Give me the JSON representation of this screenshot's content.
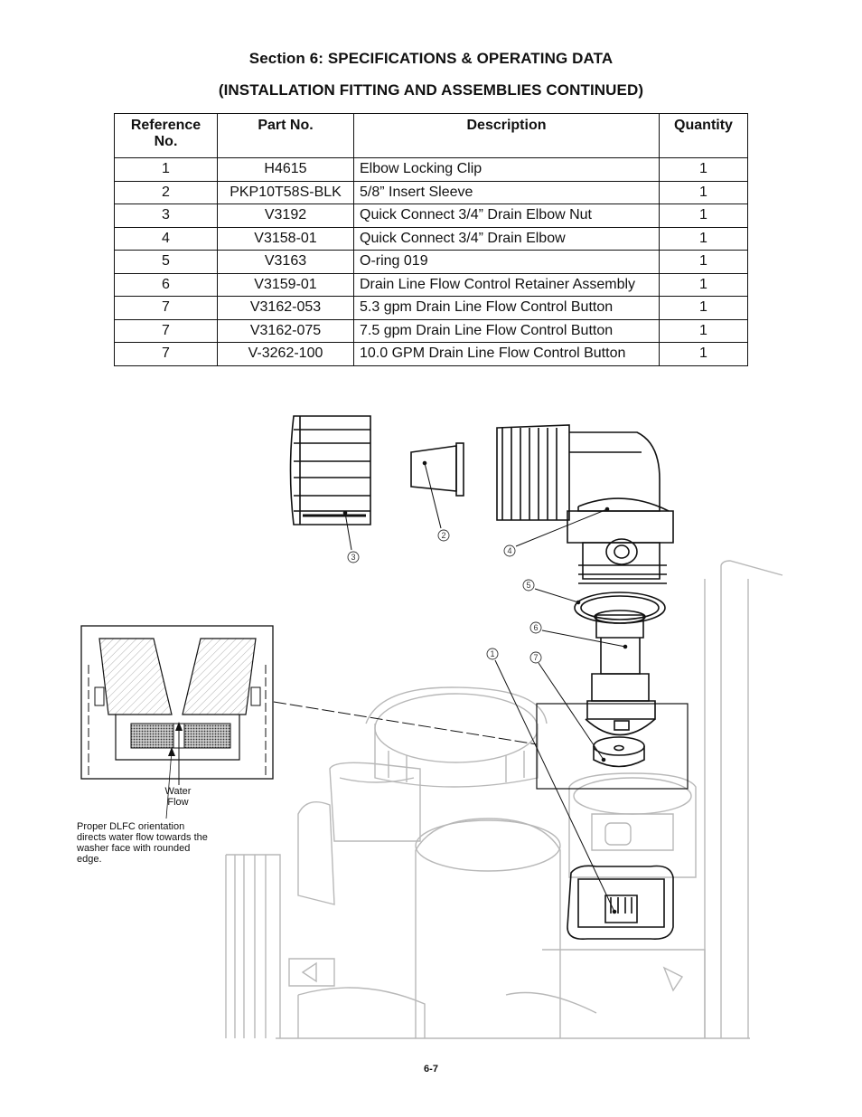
{
  "header": {
    "title_line1": "Section 6: SPECIFICATIONS & OPERATING DATA",
    "title_line2": "(INSTALLATION FITTING AND ASSEMBLIES CONTINUED)"
  },
  "parts_table": {
    "columns": [
      "Reference No.",
      "Part No.",
      "Description",
      "Quantity"
    ],
    "rows": [
      {
        "ref": "1",
        "part": "H4615",
        "desc": "Elbow Locking Clip",
        "qty": "1"
      },
      {
        "ref": "2",
        "part": "PKP10T58S-BLK",
        "desc": "5/8” Insert Sleeve",
        "qty": "1"
      },
      {
        "ref": "3",
        "part": "V3192",
        "desc": "Quick Connect 3/4” Drain Elbow Nut",
        "qty": "1"
      },
      {
        "ref": "4",
        "part": "V3158-01",
        "desc": "Quick Connect 3/4” Drain Elbow",
        "qty": "1"
      },
      {
        "ref": "5",
        "part": "V3163",
        "desc": "O-ring 019",
        "qty": "1"
      },
      {
        "ref": "6",
        "part": "V3159-01",
        "desc": "Drain Line Flow Control Retainer Assembly",
        "qty": "1"
      },
      {
        "ref": "7",
        "part": "V3162-053",
        "desc": "5.3 gpm Drain Line Flow Control Button",
        "qty": "1"
      },
      {
        "ref": "7",
        "part": "V3162-075",
        "desc": "7.5 gpm Drain Line Flow Control Button",
        "qty": "1"
      },
      {
        "ref": "7",
        "part": "V-3262-100",
        "desc": "10.0 GPM Drain Line Flow Control Button",
        "qty": "1"
      }
    ]
  },
  "diagram": {
    "callouts": [
      "1",
      "2",
      "3",
      "4",
      "5",
      "6",
      "7"
    ],
    "water_flow_label": "Water\nFlow",
    "orientation_note": "Proper DLFC orientation directs water flow towards the washer face with rounded edge."
  },
  "footer": {
    "page_number": "6-7"
  }
}
